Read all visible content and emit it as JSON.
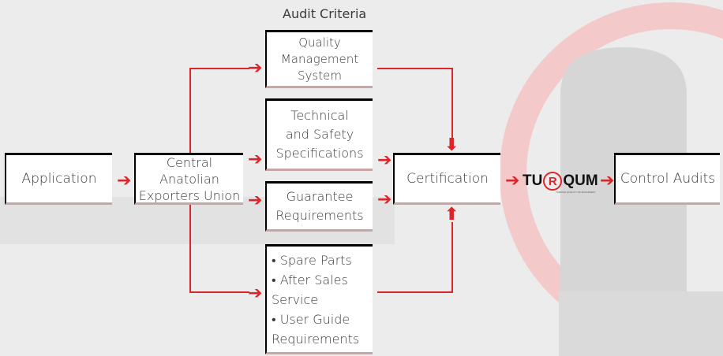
{
  "diagram": {
    "audit_criteria_title": "Audit Criteria",
    "nodes": {
      "application": "Application",
      "union": "Central Anatolian\nExporters Union",
      "qms": "Quality\nManagement\nSystem",
      "technical": "Technical\nand Safety\nSpecifications",
      "guarantee": "Guarantee\nRequirements",
      "spare": "• Spare Parts\n• After Sales\n   Service\n• User Guide\n   Requirements",
      "certification": "Certification",
      "control": "Control Audits"
    },
    "logo": {
      "part1": "TU",
      "circle_letter": "R",
      "part2": "QUM",
      "tagline": "TURKISH QUALITY OF MACHINERY"
    },
    "accent_color": "#d9262b"
  }
}
